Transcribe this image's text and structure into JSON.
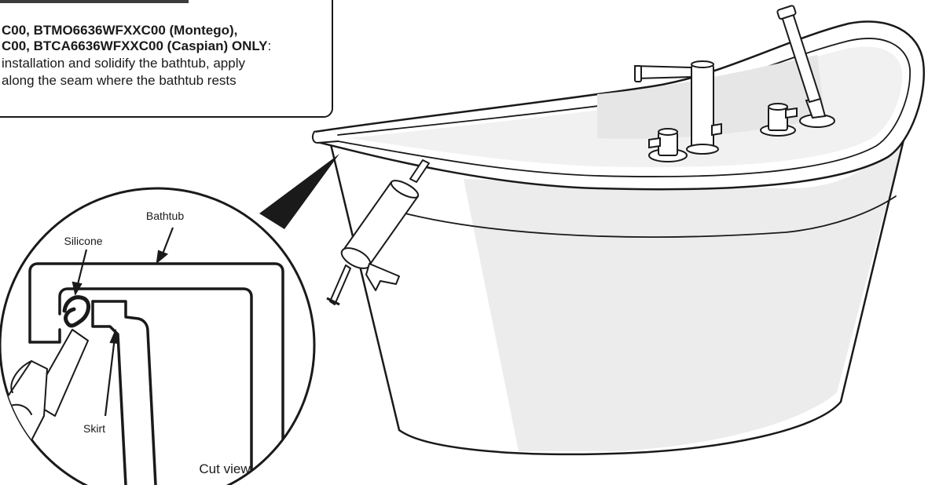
{
  "note": {
    "line1": "C00, BTMO6636WFXXC00 (Montego),",
    "line2_bold": "C00, BTCA6636WFXXC00 (Caspian) ONLY",
    "line2_colon": ":",
    "line3": "installation and solidify the bathtub, apply",
    "line4": "along the seam where the bathtub rests"
  },
  "labels": {
    "bathtub": "Bathtub",
    "silicone": "Silicone",
    "skirt": "Skirt",
    "cut_view": "Cut view"
  }
}
